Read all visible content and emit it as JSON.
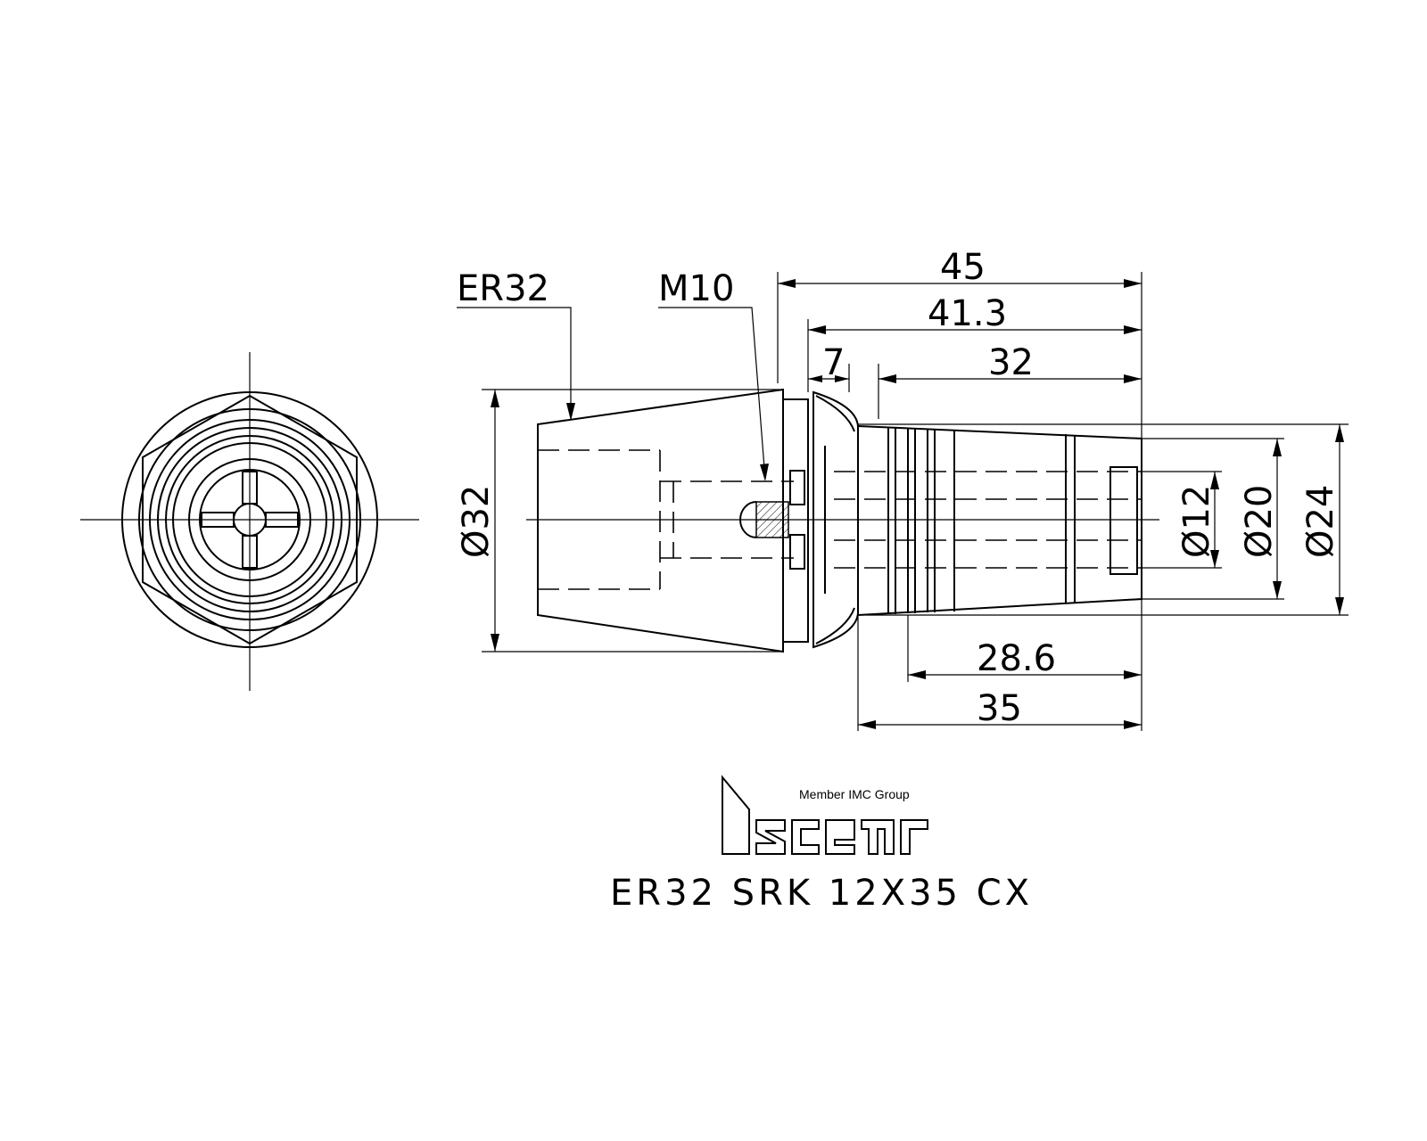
{
  "labels": {
    "collet": "ER32",
    "thread": "M10"
  },
  "dimensions": {
    "overall_length": "45",
    "length_41": "41.3",
    "flange": "7",
    "length_32": "32",
    "length_28": "28.6",
    "length_35": "35",
    "dia_32": "Ø32",
    "dia_12": "Ø12",
    "dia_20": "Ø20",
    "dia_24": "Ø24"
  },
  "logo": {
    "wordmark": "iscar",
    "tagline": "Member IMC Group"
  },
  "title": "ER32 SRK 12X35 CX"
}
